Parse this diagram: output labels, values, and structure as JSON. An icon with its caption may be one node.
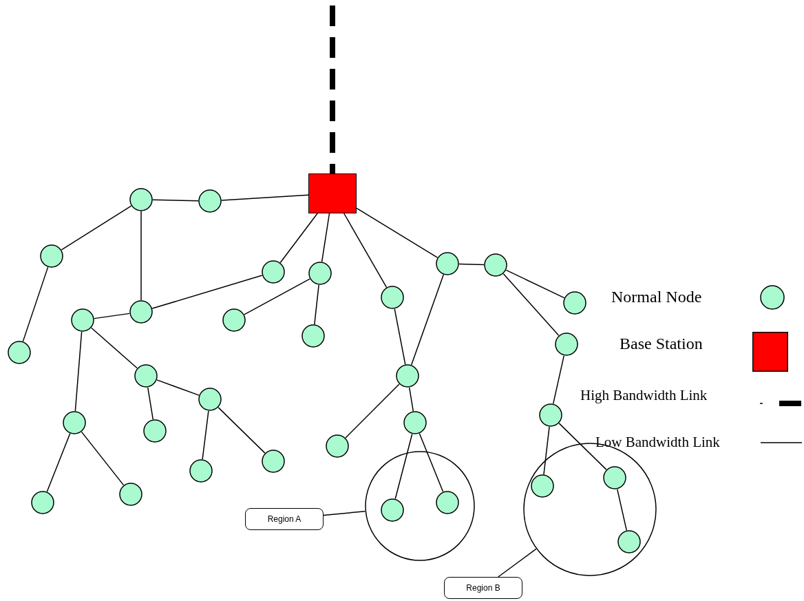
{
  "diagram": {
    "nodes": [
      {
        "text": [],
        "shape": "box"
      },
      {
        "text": [],
        "shape": "circle"
      },
      {
        "text": [],
        "shape": "circle"
      },
      {
        "text": [],
        "shape": "circle"
      },
      {
        "text": [],
        "shape": "circle"
      },
      {
        "text": [],
        "shape": "circle"
      },
      {
        "text": [],
        "shape": "circle"
      },
      {
        "text": [],
        "shape": "circle"
      },
      {
        "text": [],
        "shape": "circle"
      },
      {
        "text": [],
        "shape": "circle"
      },
      {
        "text": [],
        "shape": "circle"
      },
      {
        "text": [],
        "shape": "circle"
      },
      {
        "text": [],
        "shape": "circle"
      },
      {
        "text": [],
        "shape": "circle"
      },
      {
        "text": [],
        "shape": "circle"
      },
      {
        "text": [],
        "shape": "circle"
      },
      {
        "text": [],
        "shape": "circle"
      },
      {
        "text": [],
        "shape": "circle"
      },
      {
        "text": [],
        "shape": "circle"
      },
      {
        "text": [],
        "shape": "circle"
      },
      {
        "text": [],
        "shape": "circle"
      },
      {
        "text": [],
        "shape": "circle"
      },
      {
        "text": [],
        "shape": "circle"
      },
      {
        "text": [],
        "shape": "circle"
      },
      {
        "text": [],
        "shape": "circle"
      },
      {
        "text": [],
        "shape": "circle"
      },
      {
        "text": [],
        "shape": "circle"
      },
      {
        "text": [],
        "shape": "circle",
        "in": 26
      },
      {
        "text": [],
        "shape": "circle",
        "in": 26
      },
      {
        "text": [],
        "shape": "circle"
      },
      {
        "text": [],
        "shape": "circle",
        "in": 29
      },
      {
        "text": [],
        "shape": "circle",
        "in": 29
      },
      {
        "text": [],
        "shape": "circle",
        "in": 29
      },
      {
        "text": [],
        "shape": "circle"
      },
      {
        "text": [],
        "shape": "circle"
      },
      {
        "text": [
          "Region A"
        ]
      },
      {
        "text": [
          "Region B"
        ]
      }
    ],
    "edges": [
      {
        "from": null,
        "to": 0,
        "arrow": "none",
        "style": "dashed"
      },
      {
        "from": 0,
        "to": 2,
        "arrow": "none"
      },
      {
        "from": 2,
        "to": 1,
        "arrow": "none"
      },
      {
        "from": 1,
        "to": 3,
        "arrow": "none"
      },
      {
        "from": 1,
        "to": 10,
        "arrow": "none"
      },
      {
        "from": 3,
        "to": 14,
        "arrow": "none"
      },
      {
        "from": 0,
        "to": 4,
        "arrow": "none"
      },
      {
        "from": 4,
        "to": 10,
        "arrow": "none"
      },
      {
        "from": 0,
        "to": 5,
        "arrow": "none"
      },
      {
        "from": 5,
        "to": 12,
        "arrow": "none"
      },
      {
        "from": 5,
        "to": 13,
        "arrow": "none"
      },
      {
        "from": 0,
        "to": 8,
        "arrow": "none"
      },
      {
        "from": 0,
        "to": 6,
        "arrow": "none"
      },
      {
        "from": 6,
        "to": 7,
        "arrow": "none"
      },
      {
        "from": 7,
        "to": 9,
        "arrow": "none"
      },
      {
        "from": 7,
        "to": 15,
        "arrow": "none"
      },
      {
        "from": 8,
        "to": 17,
        "arrow": "none"
      },
      {
        "from": 6,
        "to": 17,
        "arrow": "none"
      },
      {
        "from": 10,
        "to": 11,
        "arrow": "none"
      },
      {
        "from": 11,
        "to": 16,
        "arrow": "none"
      },
      {
        "from": 11,
        "to": 20,
        "arrow": "none"
      },
      {
        "from": 16,
        "to": 22,
        "arrow": "none"
      },
      {
        "from": 16,
        "to": 18,
        "arrow": "none"
      },
      {
        "from": 18,
        "to": 25,
        "arrow": "none"
      },
      {
        "from": 18,
        "to": 24,
        "arrow": "none"
      },
      {
        "from": 20,
        "to": 33,
        "arrow": "none"
      },
      {
        "from": 20,
        "to": 34,
        "arrow": "none"
      },
      {
        "from": 17,
        "to": 23,
        "arrow": "none"
      },
      {
        "from": 17,
        "to": 21,
        "arrow": "none"
      },
      {
        "from": 21,
        "to": 27,
        "arrow": "none"
      },
      {
        "from": 21,
        "to": 28,
        "arrow": "none"
      },
      {
        "from": 15,
        "to": 19,
        "arrow": "none"
      },
      {
        "from": 19,
        "to": 30,
        "arrow": "none"
      },
      {
        "from": 19,
        "to": 31,
        "arrow": "none"
      },
      {
        "from": 31,
        "to": 32,
        "arrow": "none"
      },
      {
        "from": 35,
        "to": 26,
        "arrow": "none"
      },
      {
        "from": 36,
        "to": 29,
        "arrow": "none"
      }
    ],
    "legend": [
      {
        "text": "Normal Node",
        "color": "#aafad0"
      },
      {
        "text": "Base Station",
        "color": "#ff0000"
      },
      {
        "text": "High Bandwidth Link"
      },
      {
        "text": "Low Bandwidth Link"
      }
    ]
  }
}
